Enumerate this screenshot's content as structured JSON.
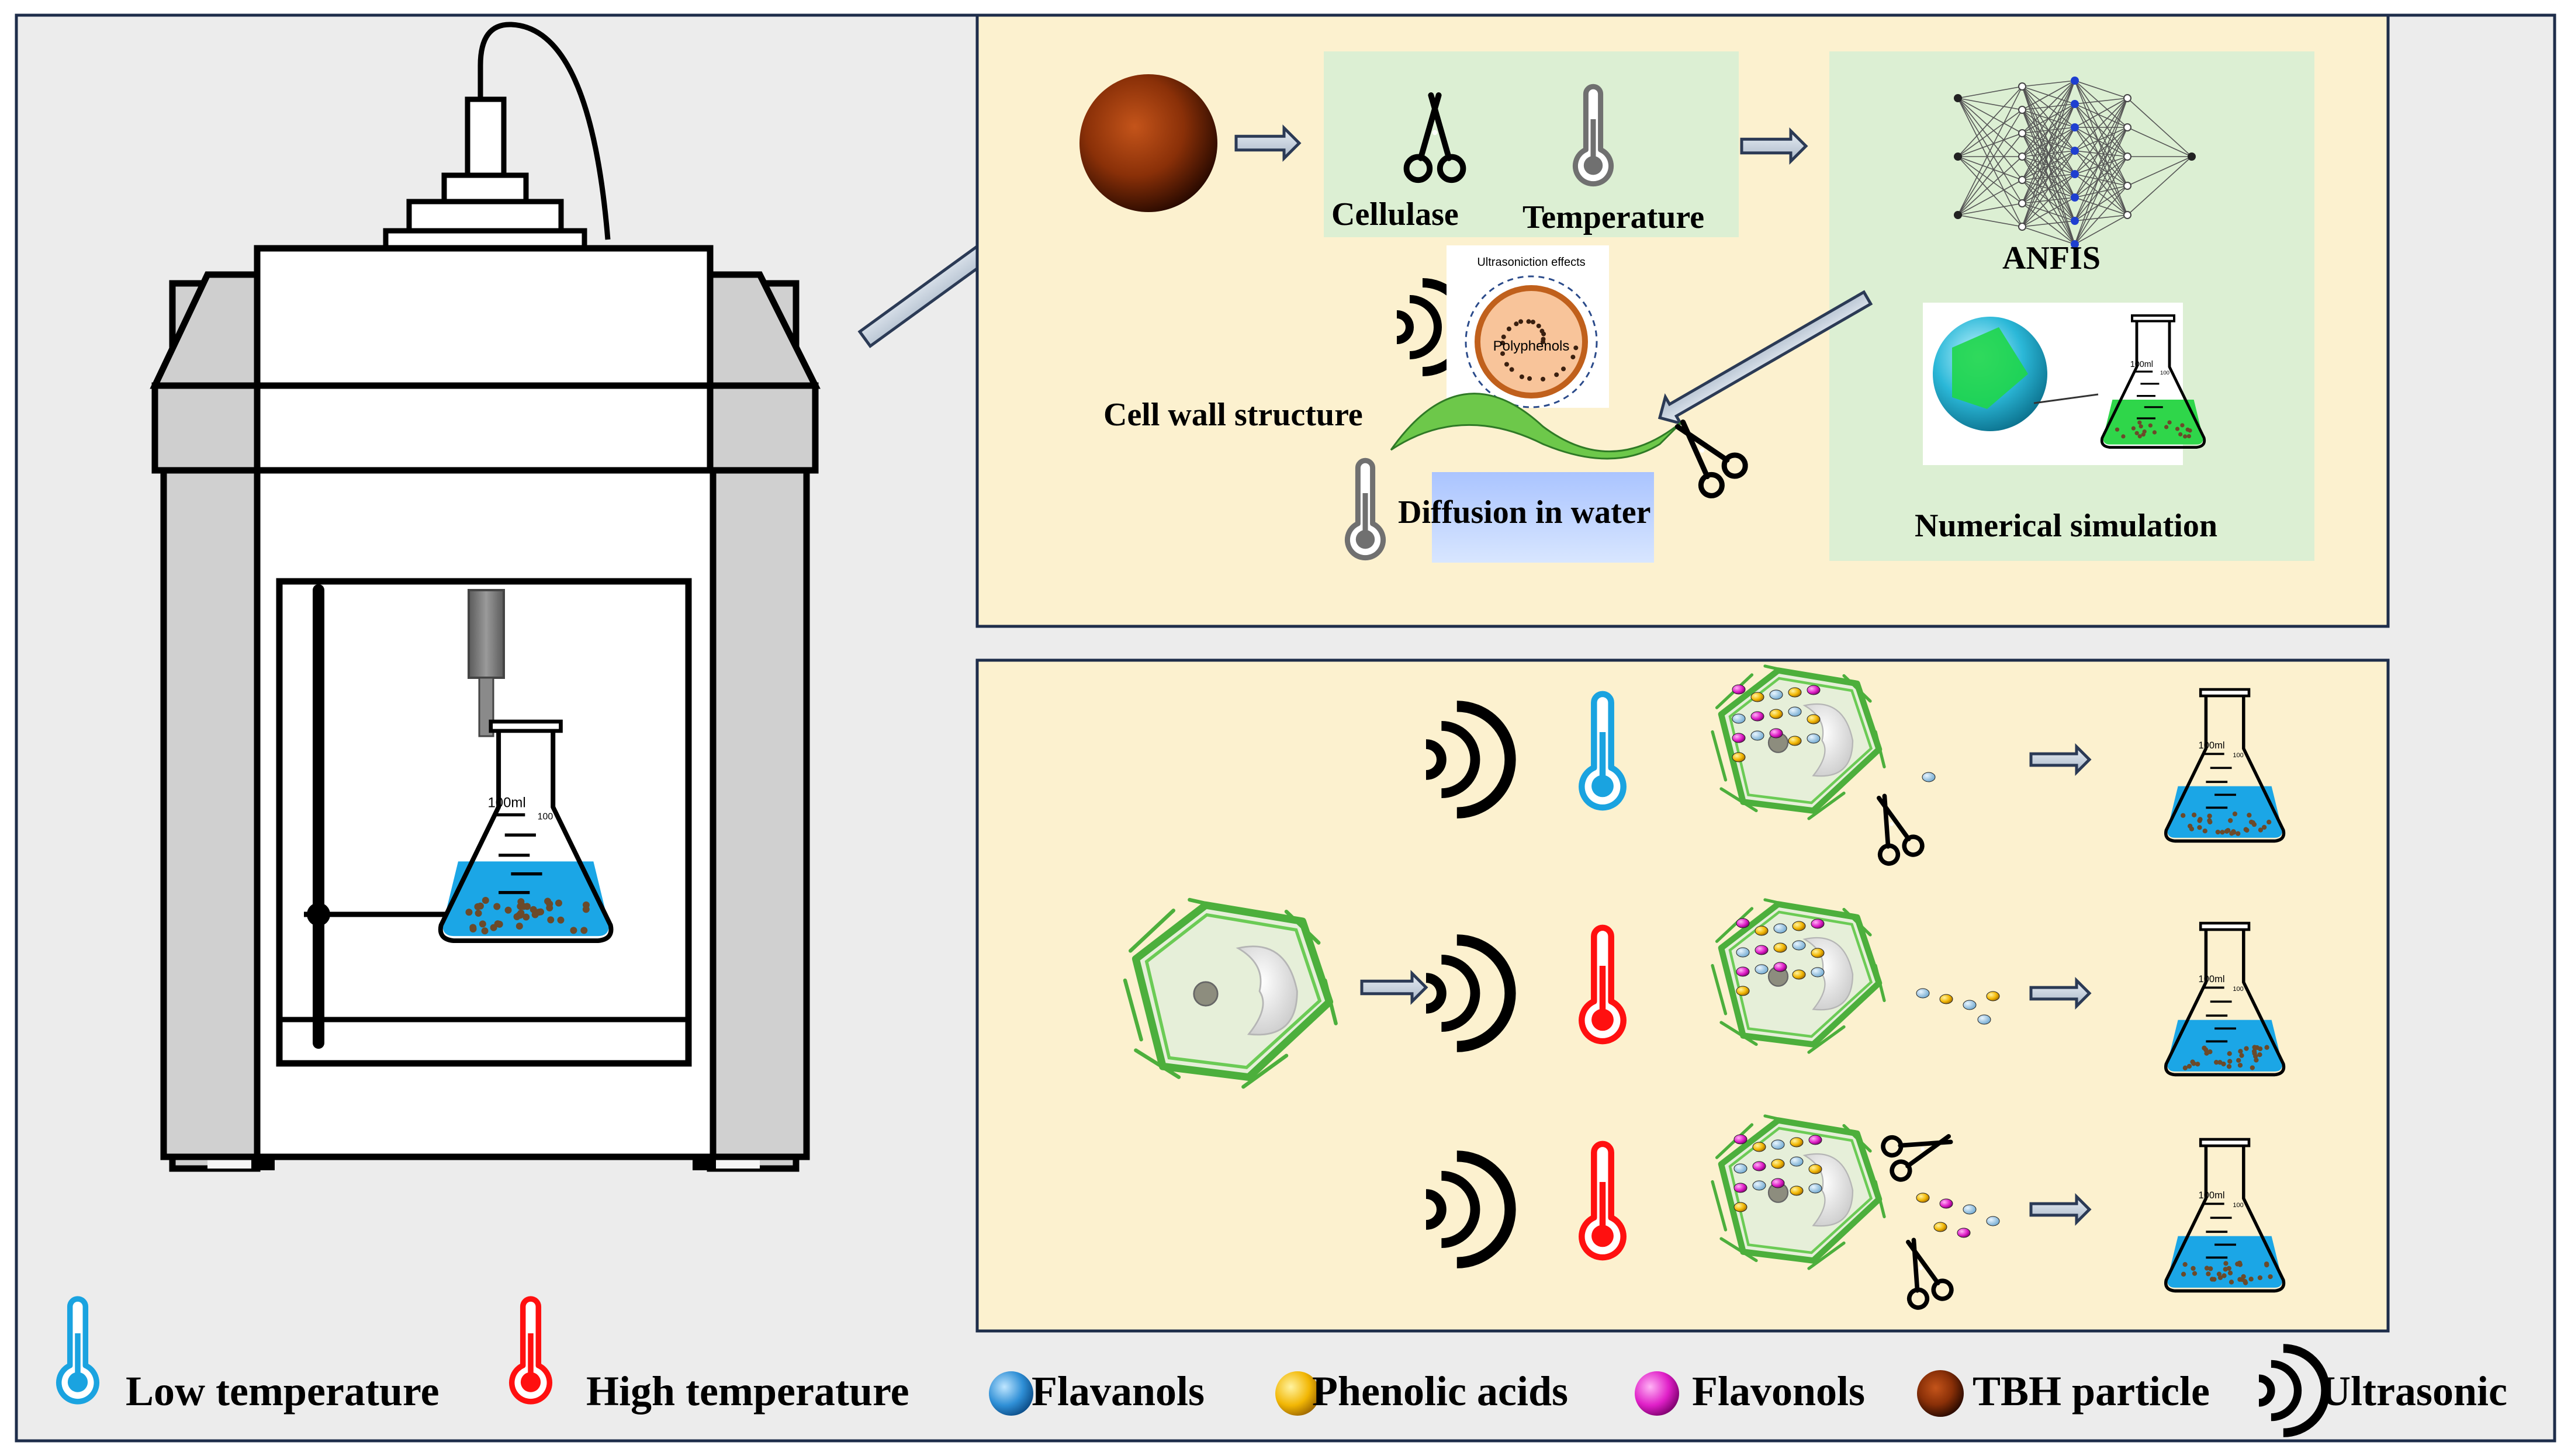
{
  "top_panel": {
    "cellulase_label": "Cellulase",
    "temperature_label": "Temperature",
    "anfis_label": "ANFIS",
    "cell_wall_label": "Cell wall structure",
    "diffusion_label": "Diffusion in water",
    "numerical_simulation_label": "Numerical simulation",
    "inset_title": "Ultrasoniction effects",
    "inset_center": "Polyphenols"
  },
  "flask": {
    "volume_label": "100ml",
    "tick_top": "100"
  },
  "legend": {
    "items": [
      {
        "icon": "thermometer-blue-icon",
        "label": "Low temperature",
        "color": "#1aa3e0"
      },
      {
        "icon": "thermometer-red-icon",
        "label": "High temperature",
        "color": "#ff1010"
      },
      {
        "icon": "flavanol-dot-icon",
        "label": "Flavanols",
        "color": "#2f8fd6"
      },
      {
        "icon": "phenolic-acid-dot-icon",
        "label": "Phenolic acids",
        "color": "#f2b705"
      },
      {
        "icon": "flavonol-dot-icon",
        "label": "Flavonols",
        "color": "#e020c8"
      },
      {
        "icon": "tbh-particle-icon",
        "label": "TBH particle",
        "color": "#7a2b06"
      },
      {
        "icon": "ultrasonic-icon",
        "label": "Ultrasonic",
        "color": "#000000"
      }
    ]
  },
  "colors": {
    "background": "#ececec",
    "panel": "#fcf1cf",
    "panel_box": "#dcefd3",
    "cell_green": "#55b947",
    "water": "#1ba6e6"
  }
}
